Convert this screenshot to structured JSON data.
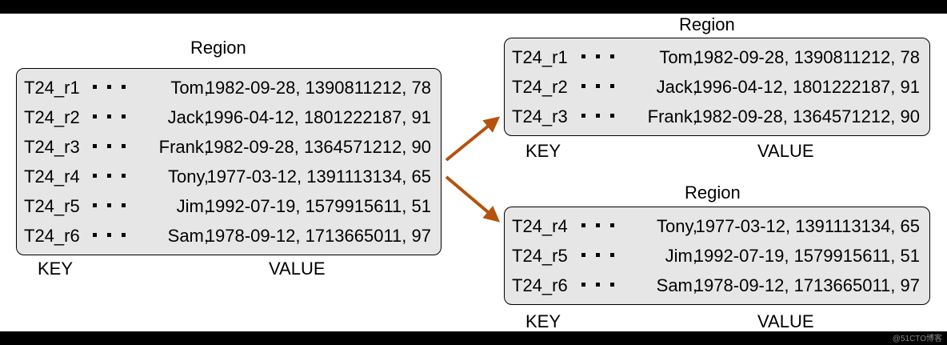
{
  "left": {
    "title": "Region",
    "key_label": "KEY",
    "value_label": "VALUE",
    "rows": [
      {
        "key": "T24_r1",
        "name": "Tom,",
        "value": "1982-09-28, 1390811212, 78"
      },
      {
        "key": "T24_r2",
        "name": "Jack,",
        "value": "1996-04-12, 1801222187, 91"
      },
      {
        "key": "T24_r3",
        "name": "Frank,",
        "value": "1982-09-28, 1364571212, 90"
      },
      {
        "key": "T24_r4",
        "name": "Tony,",
        "value": "1977-03-12, 1391113134, 65"
      },
      {
        "key": "T24_r5",
        "name": "Jim,",
        "value": "1992-07-19, 1579915611, 51"
      },
      {
        "key": "T24_r6",
        "name": "Sam,",
        "value": "1978-09-12, 1713665011, 97"
      }
    ]
  },
  "top_right": {
    "title": "Region",
    "key_label": "KEY",
    "value_label": "VALUE",
    "rows": [
      {
        "key": "T24_r1",
        "name": "Tom,",
        "value": "1982-09-28, 1390811212, 78"
      },
      {
        "key": "T24_r2",
        "name": "Jack,",
        "value": "1996-04-12, 1801222187, 91"
      },
      {
        "key": "T24_r3",
        "name": "Frank,",
        "value": "1982-09-28, 1364571212, 90"
      }
    ]
  },
  "bottom_right": {
    "title": "Region",
    "key_label": "KEY",
    "value_label": "VALUE",
    "rows": [
      {
        "key": "T24_r4",
        "name": "Tony,",
        "value": "1977-03-12, 1391113134, 65"
      },
      {
        "key": "T24_r5",
        "name": "Jim,",
        "value": "1992-07-19, 1579915611, 51"
      },
      {
        "key": "T24_r6",
        "name": "Sam,",
        "value": "1978-09-12, 1713665011, 97"
      }
    ]
  },
  "colors": {
    "arrow": "#b5520f",
    "box_fill": "#e6e6e6"
  },
  "watermark": "@51CTO博客"
}
